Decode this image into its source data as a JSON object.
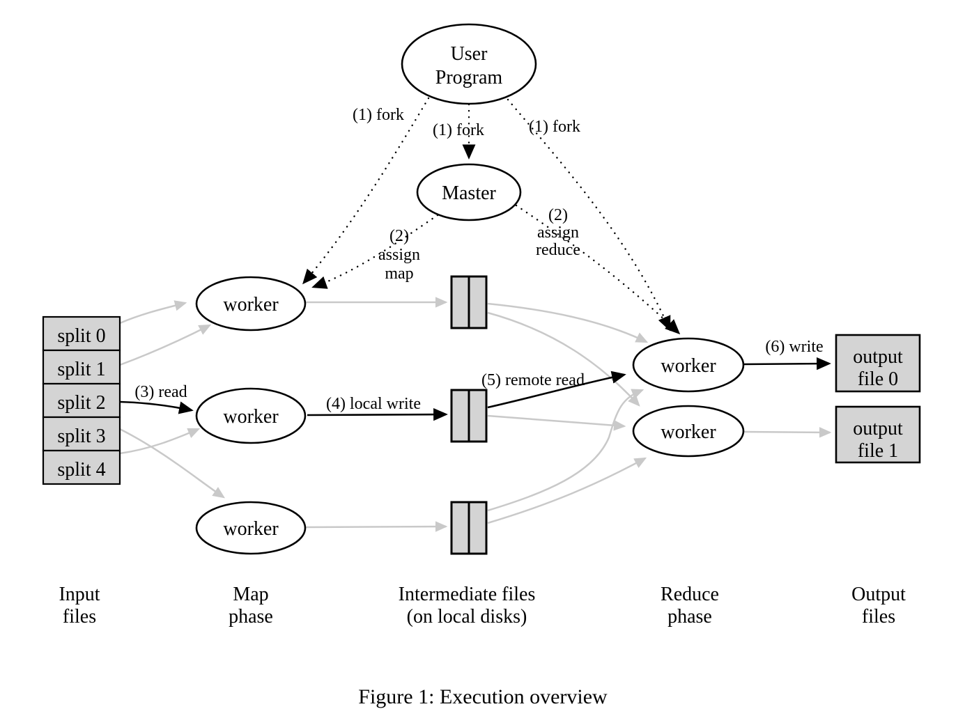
{
  "figure": {
    "caption": "Figure 1: Execution overview"
  },
  "nodes": {
    "user_program": {
      "lines": [
        "User",
        "Program"
      ]
    },
    "master": {
      "label": "Master"
    },
    "map_workers": [
      {
        "label": "worker"
      },
      {
        "label": "worker"
      },
      {
        "label": "worker"
      }
    ],
    "reduce_workers": [
      {
        "label": "worker"
      },
      {
        "label": "worker"
      }
    ],
    "input_splits": [
      {
        "label": "split 0"
      },
      {
        "label": "split 1"
      },
      {
        "label": "split 2"
      },
      {
        "label": "split 3"
      },
      {
        "label": "split 4"
      }
    ],
    "output_files": [
      {
        "lines": [
          "output",
          "file 0"
        ]
      },
      {
        "lines": [
          "output",
          "file 1"
        ]
      }
    ]
  },
  "edges": {
    "fork_left": {
      "label": "(1) fork"
    },
    "fork_center": {
      "label": "(1) fork"
    },
    "fork_right": {
      "label": "(1) fork"
    },
    "assign_map": {
      "lines": [
        "(2)",
        "assign",
        "map"
      ]
    },
    "assign_reduce": {
      "lines": [
        "(2)",
        "assign",
        "reduce"
      ]
    },
    "read": {
      "label": "(3) read"
    },
    "local_write": {
      "label": "(4) local write"
    },
    "remote_read": {
      "label": "(5) remote read"
    },
    "write": {
      "label": "(6) write"
    }
  },
  "phases": {
    "input": {
      "lines": [
        "Input",
        "files"
      ]
    },
    "map": {
      "lines": [
        "Map",
        "phase"
      ]
    },
    "intermediate": {
      "lines": [
        "Intermediate files",
        "(on local disks)"
      ]
    },
    "reduce": {
      "lines": [
        "Reduce",
        "phase"
      ]
    },
    "output": {
      "lines": [
        "Output",
        "files"
      ]
    }
  },
  "colors": {
    "background": "#ffffff",
    "node_fill": "#ffffff",
    "box_fill": "#d4d4d4",
    "gray_edge": "#c9c9c9",
    "ink": "#000000"
  }
}
